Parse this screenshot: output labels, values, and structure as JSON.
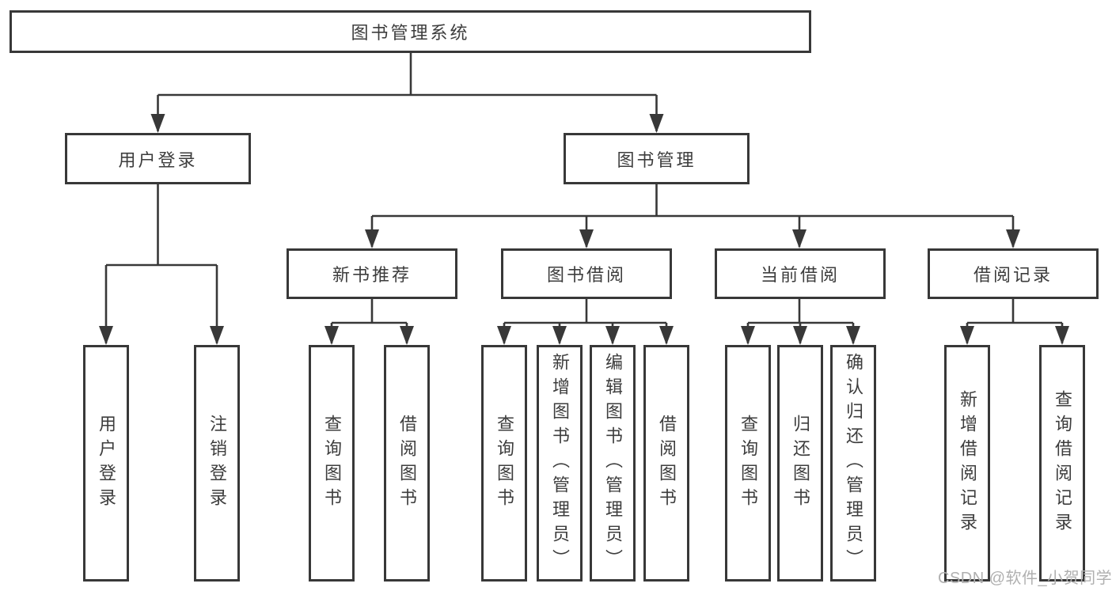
{
  "diagram": {
    "root": {
      "label": "图书管理系统",
      "children": [
        {
          "label": "用户登录",
          "children": [
            {
              "label": "用户登录"
            },
            {
              "label": "注销登录"
            }
          ]
        },
        {
          "label": "图书管理",
          "children": [
            {
              "label": "新书推荐",
              "children": [
                {
                  "label": "查询图书"
                },
                {
                  "label": "借阅图书"
                }
              ]
            },
            {
              "label": "图书借阅",
              "children": [
                {
                  "label": "查询图书"
                },
                {
                  "label": "新增图书（管理员）"
                },
                {
                  "label": "编辑图书（管理员）"
                },
                {
                  "label": "借阅图书"
                }
              ]
            },
            {
              "label": "当前借阅",
              "children": [
                {
                  "label": "查询图书"
                },
                {
                  "label": "归还图书"
                },
                {
                  "label": "确认归还（管理员）"
                }
              ]
            },
            {
              "label": "借阅记录",
              "children": [
                {
                  "label": "新增借阅记录"
                },
                {
                  "label": "查询借阅记录"
                }
              ]
            }
          ]
        }
      ]
    },
    "watermark": "CSDN @软件_小贺同学",
    "colors": {
      "line": "#383838",
      "text": "#3d3d3d",
      "background": "#ffffff",
      "watermark": "#b0b0b0"
    }
  }
}
